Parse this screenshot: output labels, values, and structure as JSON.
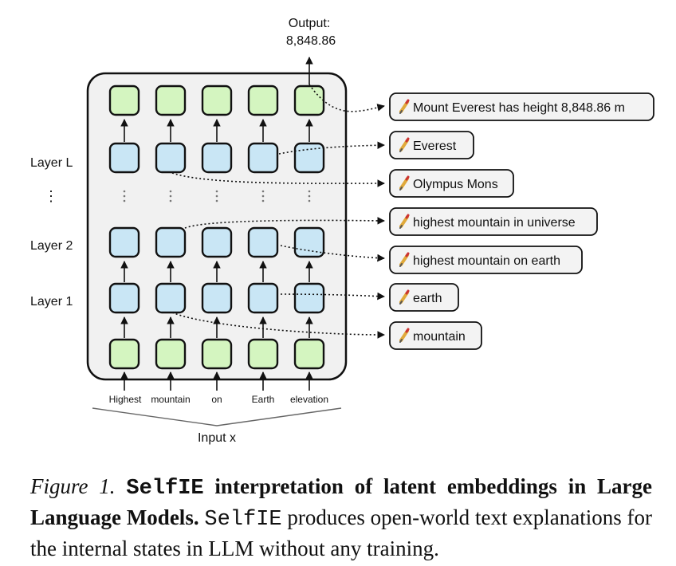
{
  "diagram": {
    "output_label": "Output:",
    "output_value": "8,848.86",
    "layers": [
      "Layer L",
      "Layer 2",
      "Layer 1"
    ],
    "ellipsis": "⋮",
    "input_tokens": [
      "Highest",
      "mountain",
      "on",
      "Earth",
      "elevation"
    ],
    "input_label": "Input x",
    "explanations": [
      "Mount Everest has height 8,848.86 m",
      "Everest",
      "Olympus Mons",
      "highest mountain in universe",
      "highest mountain on earth",
      "earth",
      "mountain"
    ],
    "colors": {
      "green_node": "#d4f5c0",
      "blue_node": "#c9e6f5",
      "panel": "#f1f1f1",
      "bubble": "#f3f3f3"
    }
  },
  "caption": {
    "figure_label": "Figure 1.",
    "method_name": "SelfIE",
    "title_rest": " interpretation of latent embeddings in Large Language Models.",
    "method_name_2": "SelfIE",
    "body": " produces open-world text explanations for the internal states in LLM without any training."
  }
}
